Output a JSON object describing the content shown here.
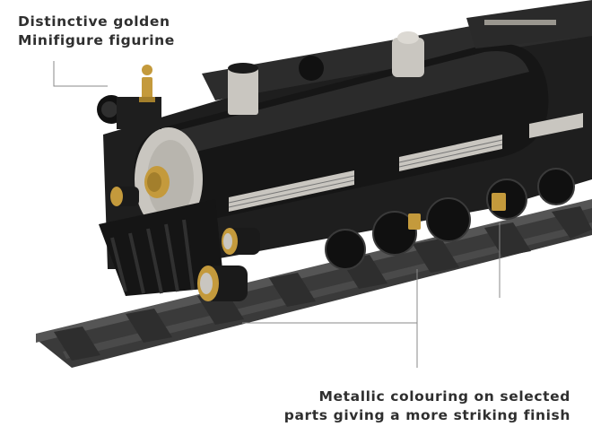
{
  "callouts": {
    "top": {
      "line1": "Distinctive golden",
      "line2": "Minifigure figurine"
    },
    "bottom": {
      "line1": "Metallic colouring on selected",
      "line2": "parts giving a more striking finish"
    }
  },
  "colors": {
    "background": "#ffffff",
    "text": "#2f2f2f",
    "leader_line": "#8a8a8a",
    "body_black": "#1c1c1c",
    "body_dark": "#2a2a2a",
    "gold": "#c49a3c",
    "gray_plate": "#c9c6c0",
    "track_gray": "#3e3e3e"
  }
}
